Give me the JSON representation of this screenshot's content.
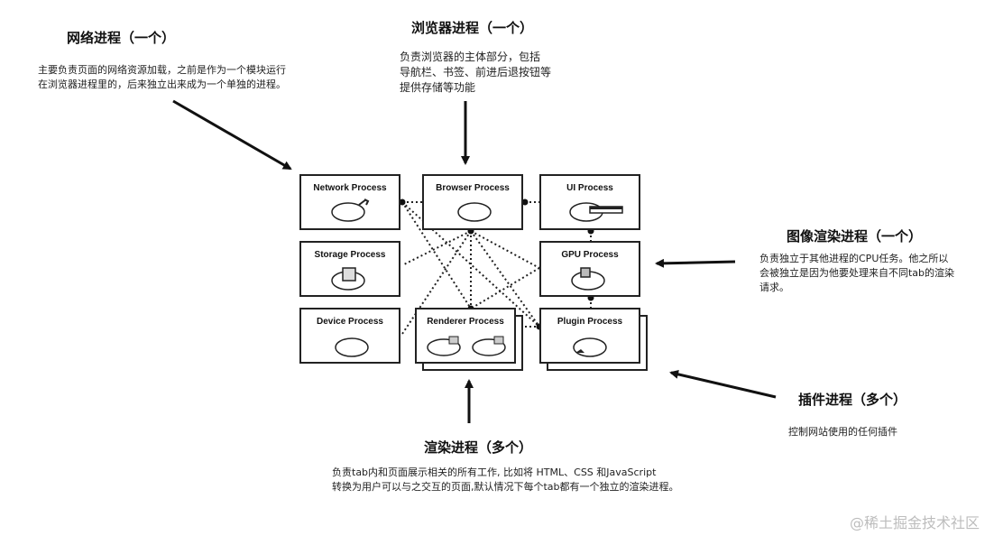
{
  "annotations": {
    "network": {
      "title": "网络进程（一个）",
      "desc_line1": "主要负责页面的网络资源加载，之前是作为一个模块运行",
      "desc_line2": "在浏览器进程里的，后来独立出来成为一个单独的进程。"
    },
    "browser": {
      "title": "浏览器进程（一个）",
      "desc_line1": "负责浏览器的主体部分，包括",
      "desc_line2": "导航栏、书签、前进后退按钮等",
      "desc_line3": "提供存储等功能"
    },
    "gpu": {
      "title": "图像渲染进程（一个）",
      "desc_line1": "负责独立于其他进程的CPU任务。他之所以",
      "desc_line2": "会被独立是因为他要处理来自不同tab的渲染",
      "desc_line3": "请求。"
    },
    "plugin": {
      "title": "插件进程（多个）",
      "desc_line1": "控制网站使用的任何插件"
    },
    "renderer": {
      "title": "渲染进程（多个）",
      "desc_line1": "负责tab内和页面展示相关的所有工作, 比如将 HTML、CSS 和JavaScript",
      "desc_line2": "转换为用户可以与之交互的页面,默认情况下每个tab都有一个独立的渲染进程。"
    }
  },
  "processes": {
    "network": "Network Process",
    "browser": "Browser Process",
    "ui": "UI Process",
    "storage": "Storage Process",
    "gpu": "GPU Process",
    "device": "Device Process",
    "renderer": "Renderer Process",
    "plugin": "Plugin Process"
  },
  "watermark": "@稀土掘金技术社区",
  "icons": {
    "network": "wrench-icon",
    "storage": "storage-box-icon",
    "ui": "toolbar-icon",
    "gpu": "gpu-chip-icon",
    "renderer": "render-page-icon",
    "plugin": "puzzle-icon"
  }
}
